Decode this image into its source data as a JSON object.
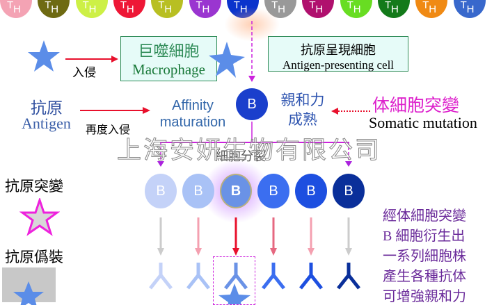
{
  "th_cells": {
    "label_t": "T",
    "label_h": "H",
    "colors": [
      "#f4a3b4",
      "#6e6a12",
      "#cdf046",
      "#ee1736",
      "#b8bf22",
      "#9a35d0",
      "#0b34cc",
      "#999999",
      "#b0106e",
      "#68dd22",
      "#137a1a",
      "#f08a14",
      "#3868cc"
    ]
  },
  "invade_label": "入侵",
  "macrophage": {
    "zh": "巨噬細胞",
    "en": "Macrophage"
  },
  "apc": {
    "zh": "抗原呈現細胞",
    "en": "Antigen-presenting cell"
  },
  "antigen": {
    "zh": "抗原",
    "en": "Antigen"
  },
  "reinvade_label": "再度入侵",
  "affinity_maturation": {
    "line1": "Affinity",
    "line2": "maturation"
  },
  "b_center_label": "B",
  "affinity_zh": {
    "line1": "親和力",
    "line2": "成熟"
  },
  "somatic_mutation": {
    "zh": "体細胞突變",
    "en": "Somatic mutation"
  },
  "cell_division_label": "細胞分裂",
  "watermark": "上海安妍生物有限公司",
  "b_cells": {
    "label": "B",
    "colors": [
      "#c4d2f8",
      "#a9c2f6",
      "#6a92e6",
      "#3b6ef0",
      "#1d4fe0",
      "#0a2f9a"
    ],
    "arrow_colors": [
      "#cccccc",
      "#f4a0b0",
      "#e8102c",
      "#e66880",
      "#f4a0b0",
      "#cccccc"
    ],
    "highlighted_index": 2
  },
  "antigen_mutation_label": "抗原突變",
  "antigen_disguise_label": "抗原僞裝",
  "description_lines": [
    "經体細胞突變",
    "B 細胞衍生出",
    "一系列細胞株",
    "產生各種抗体",
    "可增強親和力"
  ]
}
